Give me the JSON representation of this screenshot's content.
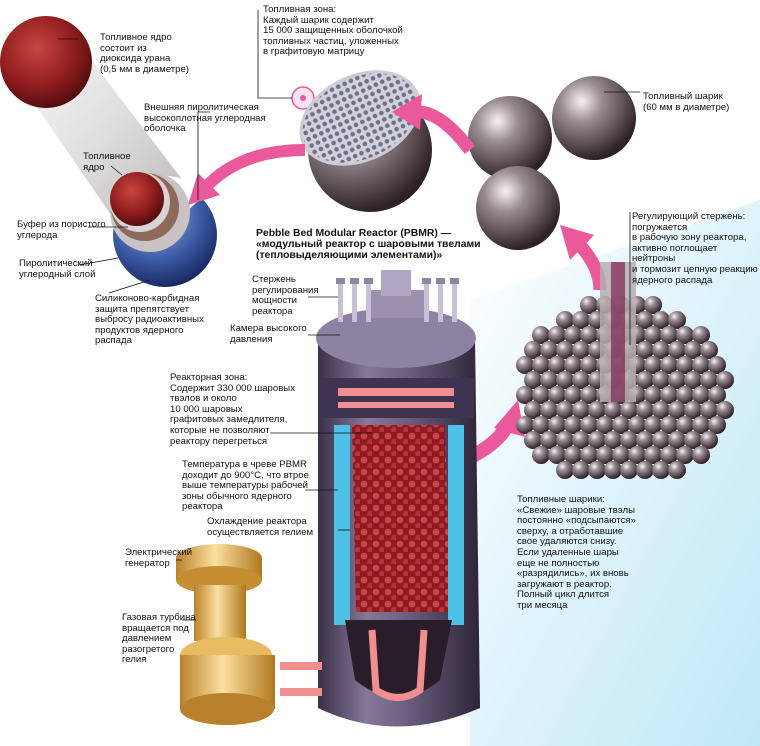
{
  "labels": {
    "fuel_zone": "Топливная зона:\nКаждый шарик содержит\n15 000 защищенных оболочкой\nтопливных частиц, уложенных\nв графитовую матрицу",
    "fuel_core_top": "Топливное ядро\nсостоит из\nдиоксида урана\n(0,5 мм в диаметре)",
    "outer_pyrolytic": "Внешняя пиролитическая\nвысокоплотная углеродная\nоболочка",
    "fuel_core": "Топливное\nядро",
    "buffer": "Буфер из пористого\nуглерода",
    "pyrolytic_layer": "Пиролитический\nуглеродный слой",
    "sic_shield": "Силиконово-карбидная\nзащита препятствует\nвыбросу радиоактивных\nпродуктов ядерного\nраспада",
    "fuel_ball": "Топливный шарик\n(60 мм в диаметре)",
    "title": "Pebble Bed Modular Reactor (PBMR) —\n«модульный реактор с шаровыми твелами\n(тепловыделяющими элементами)»",
    "control_rod_right": "Регулирующий стержень:\nпогружается\nв рабочую зону реактора,\nактивно поглощает нейтроны\nи тормозит цепную реакцию\nядерного распада",
    "control_rod_power": "Стержень\nрегулирования\nмощности\nреактора",
    "pressure_chamber": "Камера высокого\nдавления",
    "reactor_zone": "Реакторная зона:\nСодержит 330 000 шаровых\nтвэлов и около\n10 000 шаровых\nграфитовых замедлителя,\nкоторые не позволяют\nреактору перегреться",
    "temperature": "Температура в чреве PBMR\nдоходит до 900°C, что втрое\nвыше температуры рабочей\nзоны обычного ядерного\nреактора",
    "cooling": "Охлаждение реактора\nосуществляется гелием",
    "generator": "Электрический\nгенератор",
    "turbine": "Газовая турбина\nвращается под\nдавлением\nразогретого\nгелия",
    "fresh_balls": "Топливные шарики:\n«Свежие» шаровые твэлы\nпостоянно «подсыпаются»\nсверху, а отработавшие\nсвое удаляются снизу.\nЕсли удаленные шары\nеще не полностью\n«разрядились», их вновь\nзагружают в реактор.\nПолный цикл длится\nтри месяца"
  },
  "colors": {
    "arrow": "#e9599b",
    "vessel": "#6f6282",
    "vessel_dark": "#3f344d",
    "core_red": "#9b1b25",
    "pipe": "#f08f8a",
    "cyan_block": "#4ec1e6",
    "turbine": "#f2c15c",
    "ball": "#77686f",
    "sky": "#cfeef8"
  }
}
